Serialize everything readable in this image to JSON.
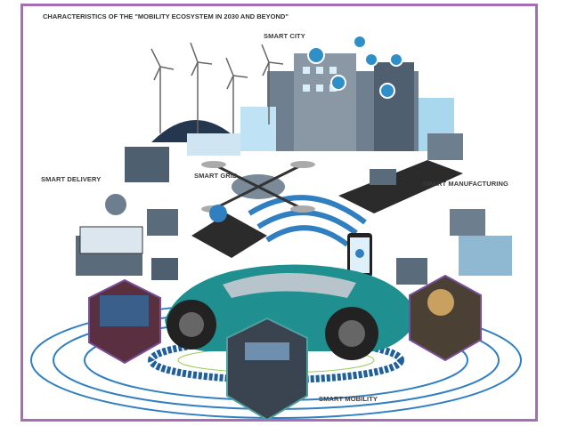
{
  "title": "CHARACTERISTICS OF THE \"MOBILITY ECOSYSTEM IN 2030 AND BEYOND\"",
  "labels": {
    "smart_city": "SMART CITY",
    "smart_delivery": "SMART DELIVERY",
    "smart_grid": "SMART GRID",
    "smart_manufacturing": "SMART MANUFACTURING",
    "smart_mobility": "SMART MOBILITY"
  },
  "colors": {
    "frame": "#a66fb5",
    "accent_blue": "#2f7fc1",
    "car_teal": "#1f8f8f"
  }
}
